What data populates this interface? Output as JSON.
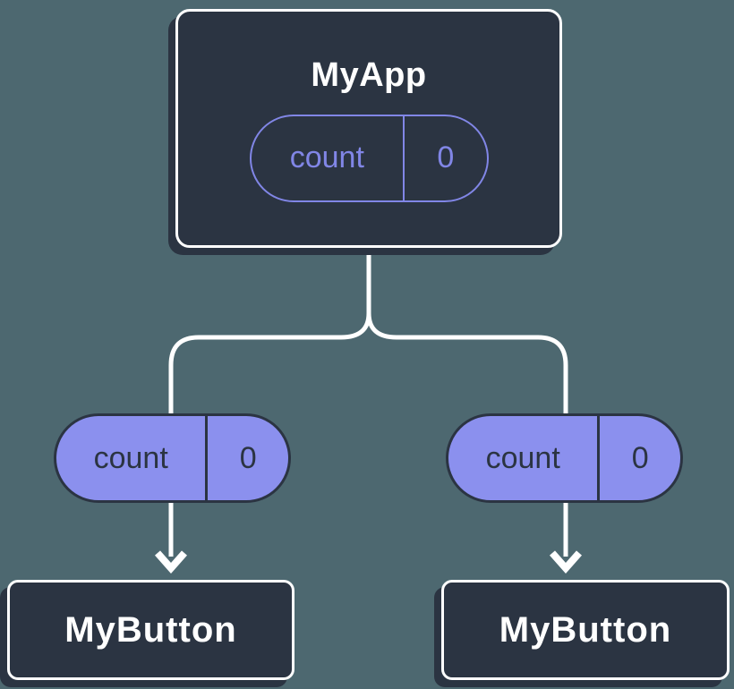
{
  "colors": {
    "background": "#4D6870",
    "node_fill": "#2B3442",
    "node_border": "#FFFFFF",
    "connector": "#FFFFFF",
    "pill_fill": "#8B90EE",
    "pill_dark_outline": "#2B3442",
    "accent_purple": "#8186E6"
  },
  "root": {
    "label": "MyApp",
    "prop": {
      "name": "count",
      "value": "0"
    }
  },
  "props": [
    {
      "name": "count",
      "value": "0"
    },
    {
      "name": "count",
      "value": "0"
    }
  ],
  "children": [
    {
      "label": "MyButton"
    },
    {
      "label": "MyButton"
    }
  ]
}
